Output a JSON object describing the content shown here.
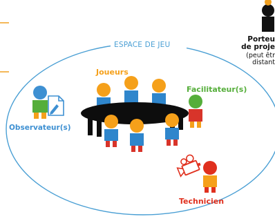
{
  "zone": {
    "label": "ESPACE DE JEU"
  },
  "players": {
    "label": "Joueurs"
  },
  "facilitator": {
    "label": "Facilitateur(s)"
  },
  "observer": {
    "label": "Observateur(s)"
  },
  "technician": {
    "label": "Technicien"
  },
  "project_owner": {
    "label_line1": "Porteu",
    "label_line2": "de proje",
    "note_line1": "(peut êtr",
    "note_line2": "distant"
  },
  "colors": {
    "zone_blue": "#4a9fd4",
    "player_orange": "#f5a01a",
    "observer_blue": "#3e90d2",
    "facilitator_green": "#55ae3a",
    "technician_red": "#e0301e",
    "table_black": "#0d0d0d",
    "legs_red": "#d8342a",
    "feet_blue": "#2f86cc",
    "owner_black": "#111111",
    "accent_orange": "#f0a020"
  }
}
